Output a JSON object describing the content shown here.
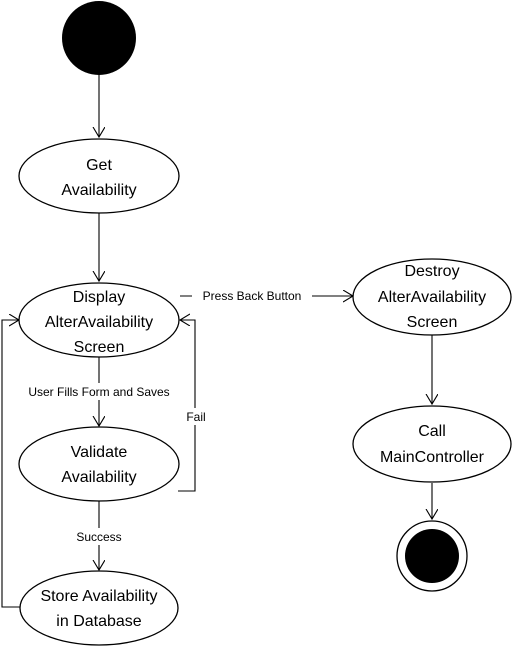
{
  "diagram": {
    "type": "uml-activity",
    "nodes": {
      "get_availability": {
        "line1": "Get",
        "line2": "Availability"
      },
      "display_screen": {
        "line1": "Display",
        "line2": "AlterAvailability",
        "line3": "Screen"
      },
      "validate": {
        "line1": "Validate",
        "line2": "Availability"
      },
      "store": {
        "line1": "Store Availability",
        "line2": "in Database"
      },
      "destroy_screen": {
        "line1": "Destroy",
        "line2": "AlterAvailability",
        "line3": "Screen"
      },
      "call_main": {
        "line1": "Call",
        "line2": "MainController"
      }
    },
    "edges": {
      "press_back": "Press Back Button",
      "user_fills": "User Fills Form and Saves",
      "fail": "Fail",
      "success": "Success"
    }
  }
}
